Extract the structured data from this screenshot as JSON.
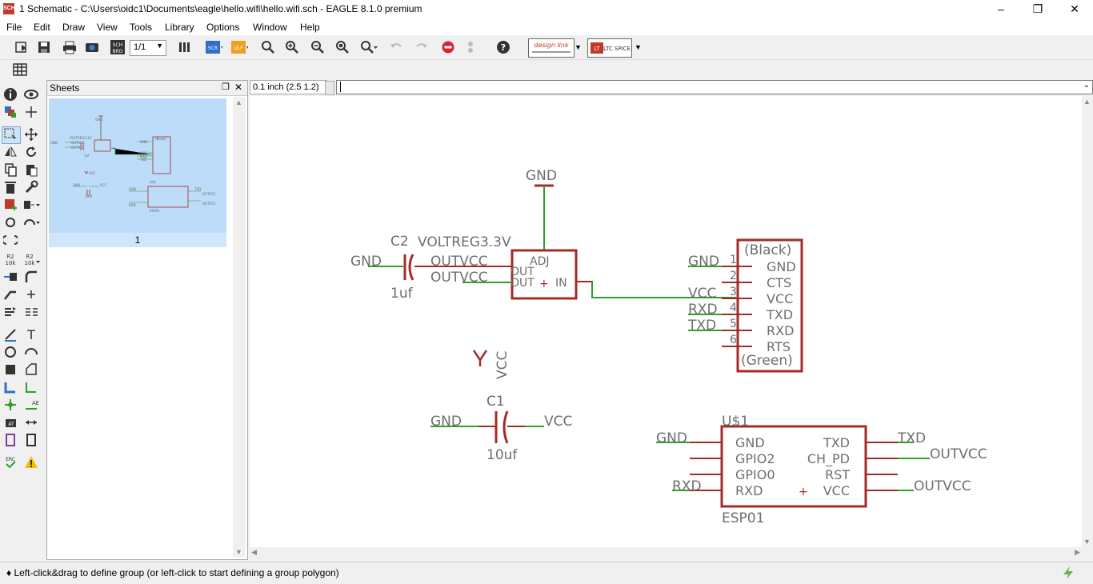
{
  "window": {
    "title": "1 Schematic - C:\\Users\\oidc1\\Documents\\eagle\\hello.wifi\\hello.wifi.sch - EAGLE 8.1.0 premium",
    "app_icon_label": "SCH"
  },
  "menu": [
    "File",
    "Edit",
    "Draw",
    "View",
    "Tools",
    "Library",
    "Options",
    "Window",
    "Help"
  ],
  "toolbar": {
    "sheet_select": "1/1",
    "sch_brd_label": "SCH BRD",
    "scr_label": "SCR",
    "ulp_label": "ULP",
    "designlink_label": "design link",
    "ltspice_label": "LTC SPICE"
  },
  "sheets_panel": {
    "title": "Sheets",
    "sheet_number": "1"
  },
  "command_bar": {
    "coordinates": "0.1 inch (2.5 1.2)",
    "command_value": ""
  },
  "schematic": {
    "gnd_symbol_label": "GND",
    "regulator": {
      "name": "VOLTREG3.3V",
      "pin_adj": "ADJ",
      "pin_out1": "OUT",
      "pin_out2": "OUT",
      "pin_in": "IN",
      "plus": "+"
    },
    "c2": {
      "name": "C2",
      "value": "1uf"
    },
    "c1": {
      "name": "C1",
      "value": "10uf"
    },
    "vcc_supply_label": "VCC",
    "net_labels": {
      "gnd_left": "GND",
      "outvcc_1": "OUTVCC",
      "outvcc_2": "OUTVCC",
      "gnd_c1": "GND",
      "vcc_c1": "VCC",
      "gnd_ftdi": "GND",
      "vcc_ftdi": "VCC",
      "rxd_ftdi": "RXD",
      "txd_ftdi": "TXD",
      "gnd_esp": "GND",
      "rxd_esp": "RXD",
      "txd_esp": "TXD",
      "outvcc_esp1": "OUTVCC",
      "outvcc_esp2": "OUTVCC"
    },
    "ftdi": {
      "top_label": "(Black)",
      "bottom_label": "(Green)",
      "pins": [
        {
          "num": "1",
          "name": "GND"
        },
        {
          "num": "2",
          "name": "CTS"
        },
        {
          "num": "3",
          "name": "VCC"
        },
        {
          "num": "4",
          "name": "TXD"
        },
        {
          "num": "5",
          "name": "RXD"
        },
        {
          "num": "6",
          "name": "RTS"
        }
      ]
    },
    "esp": {
      "name": "U$1",
      "value": "ESP01",
      "plus": "+",
      "left_pins": [
        "GND",
        "GPIO2",
        "GPIO0",
        "RXD"
      ],
      "right_pins": [
        "TXD",
        "CH_PD",
        "RST",
        "VCC"
      ]
    }
  },
  "status": {
    "message": "♦ Left-click&drag to define group (or left-click to start defining a group polygon)"
  },
  "colors": {
    "part": "#a52a2a",
    "wire": "#2e9e2e",
    "text": "#6e6e6e",
    "thumb_bg": "#bcdcfa"
  }
}
